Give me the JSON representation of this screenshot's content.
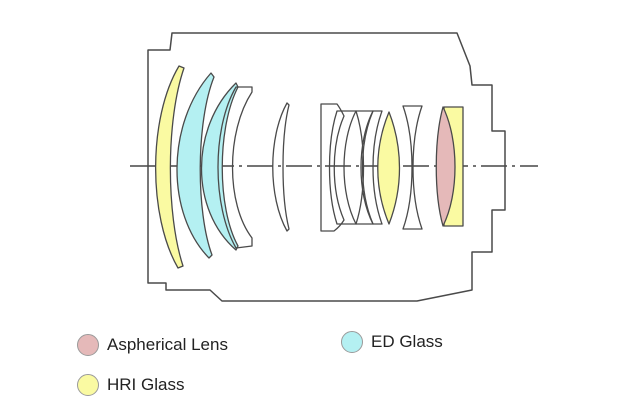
{
  "colors": {
    "aspherical": "#e5b9b9",
    "ed": "#b4f0f2",
    "hri": "#fafaa2",
    "outline": "#4a4a4a",
    "swatch_border": "#9a9a9a"
  },
  "legend": {
    "aspherical": {
      "label": "Aspherical Lens",
      "icon": "circle-pink"
    },
    "ed": {
      "label": "ED Glass",
      "icon": "circle-cyan"
    },
    "hri": {
      "label": "HRI Glass",
      "icon": "circle-yellow"
    }
  }
}
